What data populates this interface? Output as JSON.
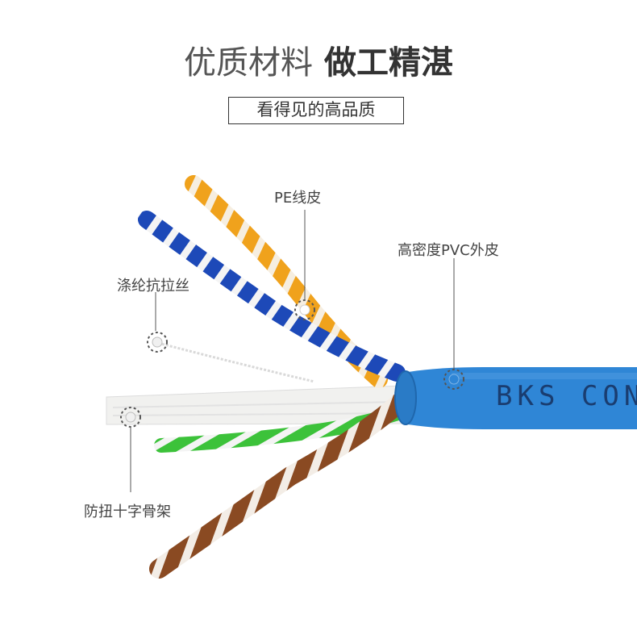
{
  "header": {
    "title_light": "优质材料",
    "title_bold": "做工精湛",
    "subtitle": "看得见的高品质"
  },
  "callouts": {
    "pe_insulation": "PE线皮",
    "pvc_jacket": "高密度PVC外皮",
    "polyester_ripcord": "涤纶抗拉丝",
    "cross_filler": "防扭十字骨架"
  },
  "jacket_print": "BKS CON",
  "colors": {
    "jacket_blue": "#2f86d6",
    "pair_blue": "#1d49b8",
    "pair_orange": "#f0a21c",
    "pair_green": "#3cc23a",
    "pair_brown": "#8a4a22",
    "callout_line": "#555555"
  }
}
